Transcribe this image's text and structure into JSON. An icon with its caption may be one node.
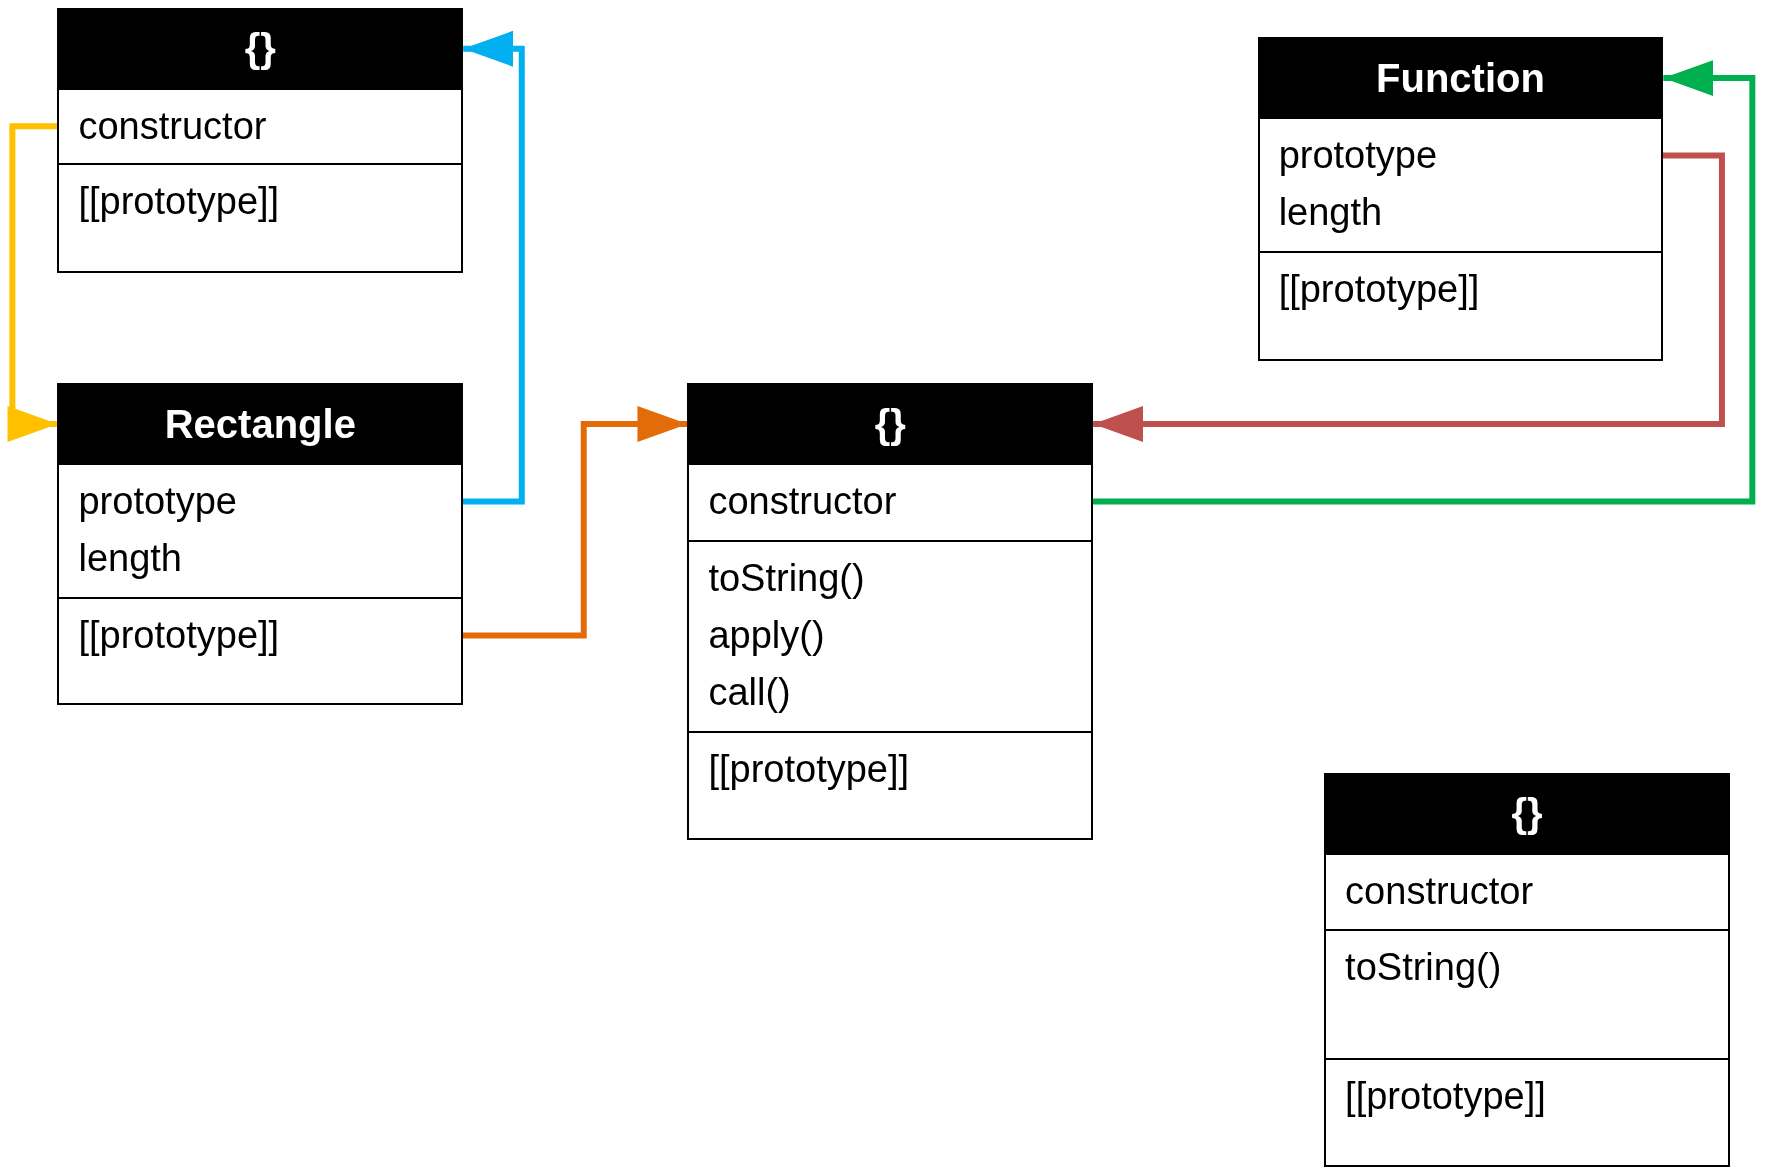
{
  "diagram": {
    "nodes": [
      {
        "text": [
          "{}"
        ]
      },
      {
        "text": [
          "constructor"
        ],
        "in": 0
      },
      {
        "text": [
          "[[prototype]]"
        ],
        "in": 0
      },
      {
        "text": [
          "Rectangle"
        ]
      },
      {
        "text": [
          "prototype",
          "length"
        ],
        "in": 3
      },
      {
        "text": [
          "[[prototype]]"
        ],
        "in": 3
      },
      {
        "text": [
          "{}"
        ]
      },
      {
        "text": [
          "constructor"
        ],
        "in": 6
      },
      {
        "text": [
          "toString()",
          "apply()",
          "call()"
        ],
        "in": 6
      },
      {
        "text": [
          "[[prototype]]"
        ],
        "in": 6
      },
      {
        "text": [
          "Function"
        ]
      },
      {
        "text": [
          "prototype",
          "length"
        ],
        "in": 10
      },
      {
        "text": [
          "[[prototype]]"
        ],
        "in": 10
      },
      {
        "text": [
          "{}"
        ]
      },
      {
        "text": [
          "constructor"
        ],
        "in": 13
      },
      {
        "text": [
          "toString()"
        ],
        "in": 13
      },
      {
        "text": [
          "[[prototype]]"
        ],
        "in": 13
      }
    ],
    "edges": [
      {
        "from": 1,
        "to": 3,
        "arrow": "to",
        "color": "#ffc000"
      },
      {
        "from": 4,
        "to": 0,
        "arrow": "to",
        "color": "#00b0f0"
      },
      {
        "from": 5,
        "to": 6,
        "arrow": "to",
        "color": "#e36c09"
      },
      {
        "from": 11,
        "to": 6,
        "arrow": "to",
        "color": "#c0504d"
      },
      {
        "from": 7,
        "to": 10,
        "arrow": "to",
        "color": "#00b050"
      }
    ]
  }
}
